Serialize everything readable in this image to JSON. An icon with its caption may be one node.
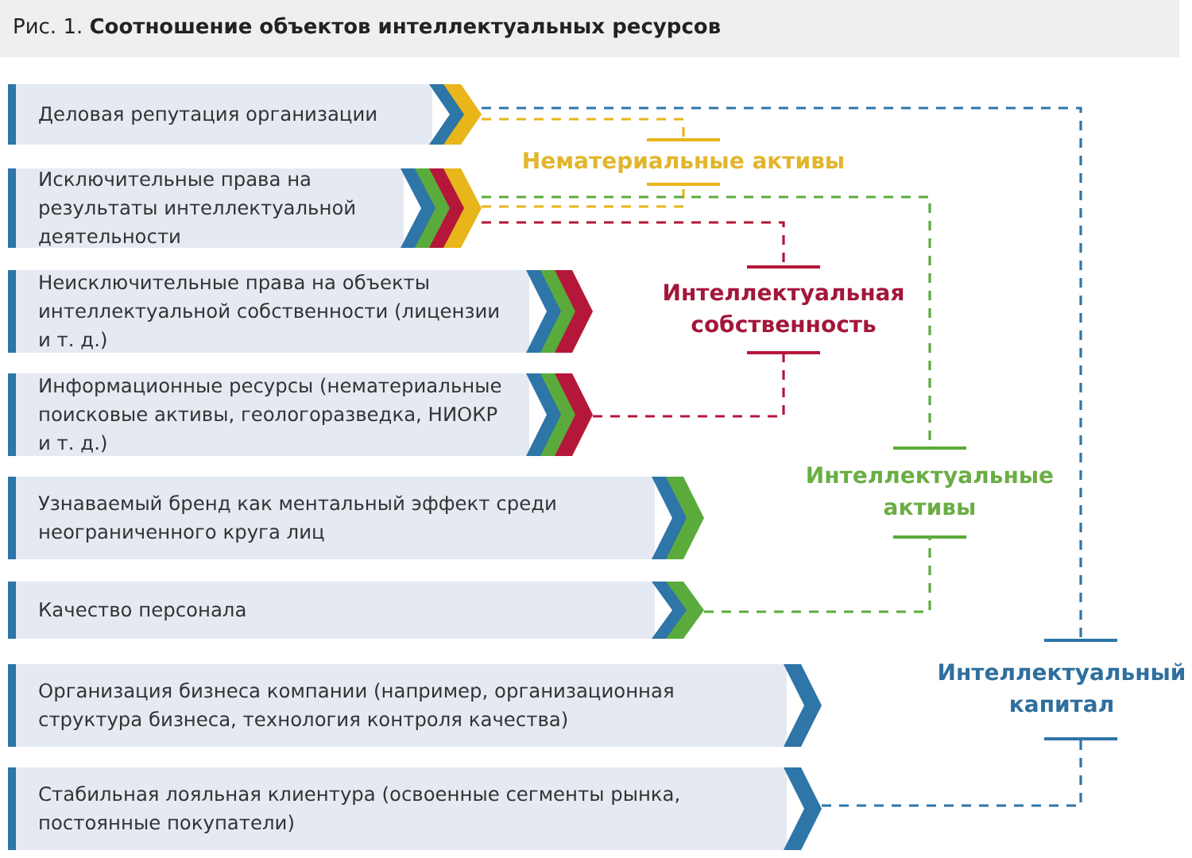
{
  "diagram": {
    "title": "Рис. 1. **Соотношение объектов интеллектуальных ресурсов**",
    "nodes": [
      {
        "text": [
          "Деловая репутация организации"
        ]
      },
      {
        "text": [
          "Исключительные права на результаты интеллектуальной деятельности"
        ]
      },
      {
        "text": [
          "Неисключительные права на объекты интеллектуальной собственности (лицензии и т. д.)"
        ]
      },
      {
        "text": [
          "Информационные ресурсы (нематериальные поисковые активы, геологоразведка, НИОКР и т. д.)"
        ]
      },
      {
        "text": [
          "Узнаваемый бренд как ментальный эффект среди неограниченного круга лиц"
        ]
      },
      {
        "text": [
          "Качество персонала"
        ]
      },
      {
        "text": [
          "Организация бизнеса компании (например, организационная структура бизнеса, технология контроля качества)"
        ]
      },
      {
        "text": [
          "Стабильная лояльная клиентура (освоенные сегменты рынка, постоянные покупатели)"
        ]
      },
      {
        "text": [
          "Нематериальные активы"
        ]
      },
      {
        "text": [
          "Интеллектуальная собственность"
        ]
      },
      {
        "text": [
          "Интеллектуальные активы"
        ]
      },
      {
        "text": [
          "Интеллектуальный капитал"
        ]
      }
    ],
    "edges": [
      {
        "from": 0,
        "to": 8,
        "arrow": "none",
        "style": "dashed",
        "color": "#e8b51a"
      },
      {
        "from": 1,
        "to": 8,
        "arrow": "none",
        "style": "dashed",
        "color": "#e8b51a"
      },
      {
        "from": 1,
        "to": 9,
        "arrow": "none",
        "style": "dashed",
        "color": "#b5173a"
      },
      {
        "from": 3,
        "to": 9,
        "arrow": "none",
        "style": "dashed",
        "color": "#b5173a"
      },
      {
        "from": 1,
        "to": 10,
        "arrow": "none",
        "style": "dashed",
        "color": "#5aab3c"
      },
      {
        "from": 5,
        "to": 10,
        "arrow": "none",
        "style": "dashed",
        "color": "#5aab3c"
      },
      {
        "from": 0,
        "to": 11,
        "arrow": "none",
        "style": "dashed",
        "color": "#2e75a8"
      },
      {
        "from": 7,
        "to": 11,
        "arrow": "none",
        "style": "dashed",
        "color": "#2e75a8"
      }
    ]
  }
}
